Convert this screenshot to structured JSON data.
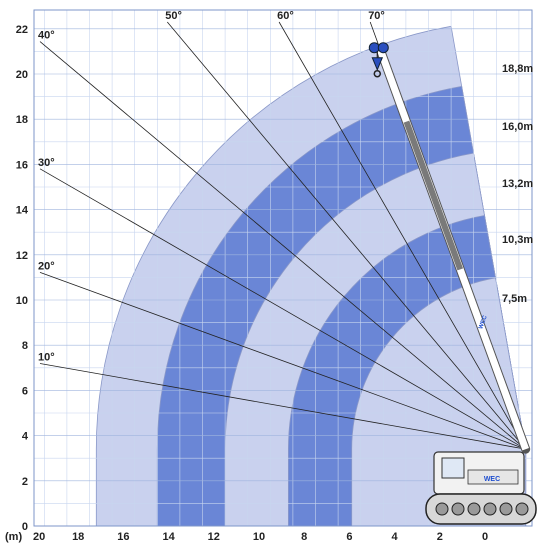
{
  "chart_data": {
    "type": "range-diagram",
    "x_unit_label": "(m)",
    "x_ticks": [
      20,
      18,
      16,
      14,
      12,
      10,
      8,
      6,
      4,
      2,
      0
    ],
    "y_ticks": [
      0,
      2,
      4,
      6,
      8,
      10,
      12,
      14,
      16,
      18,
      20,
      22
    ],
    "xlim": [
      20,
      -2.5
    ],
    "ylim": [
      0,
      22.5
    ],
    "boom_pivot": {
      "x": -1.8,
      "y": 3.4
    },
    "angle_lines": [
      {
        "label": "10°",
        "deg": 10
      },
      {
        "label": "20°",
        "deg": 20
      },
      {
        "label": "30°",
        "deg": 30
      },
      {
        "label": "40°",
        "deg": 40
      },
      {
        "label": "50°",
        "deg": 50
      },
      {
        "label": "60°",
        "deg": 60
      },
      {
        "label": "70°",
        "deg": 70
      }
    ],
    "boom_lengths": [
      {
        "label": "7,5m",
        "radius": 7.7
      },
      {
        "label": "10,3m",
        "radius": 10.5
      },
      {
        "label": "13,2m",
        "radius": 13.3
      },
      {
        "label": "16,0m",
        "radius": 16.3
      },
      {
        "label": "18,8m",
        "radius": 19.0
      }
    ],
    "ring_fills": [
      "#c9d1ee",
      "#6a86d6",
      "#c9d1ee",
      "#6a86d6",
      "#c9d1ee"
    ],
    "grid": true,
    "machine_brand": "WEC"
  }
}
